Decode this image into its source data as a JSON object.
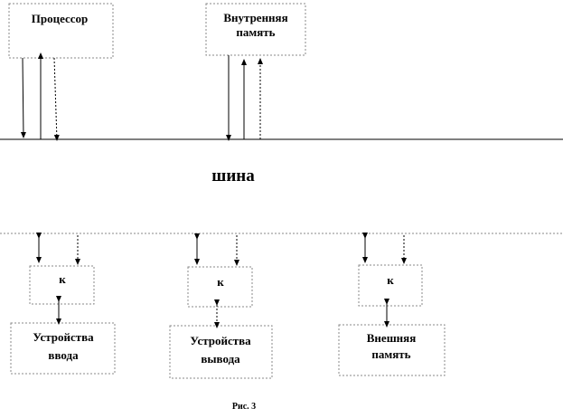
{
  "boxes": {
    "processor": {
      "label": "Процессор"
    },
    "internal_memory": {
      "line1": "Внутренняя",
      "line2": "память"
    },
    "controller_input": {
      "label": "к"
    },
    "controller_output": {
      "label": "к"
    },
    "controller_external": {
      "label": "к"
    },
    "input_devices": {
      "line1": "Устройства",
      "line2": "ввода"
    },
    "output_devices": {
      "line1": "Устройства",
      "line2": "вывода"
    },
    "external_memory": {
      "line1": "Внешняя",
      "line2": "память"
    }
  },
  "bus": {
    "label": "шина"
  },
  "caption": "Рис. 3"
}
